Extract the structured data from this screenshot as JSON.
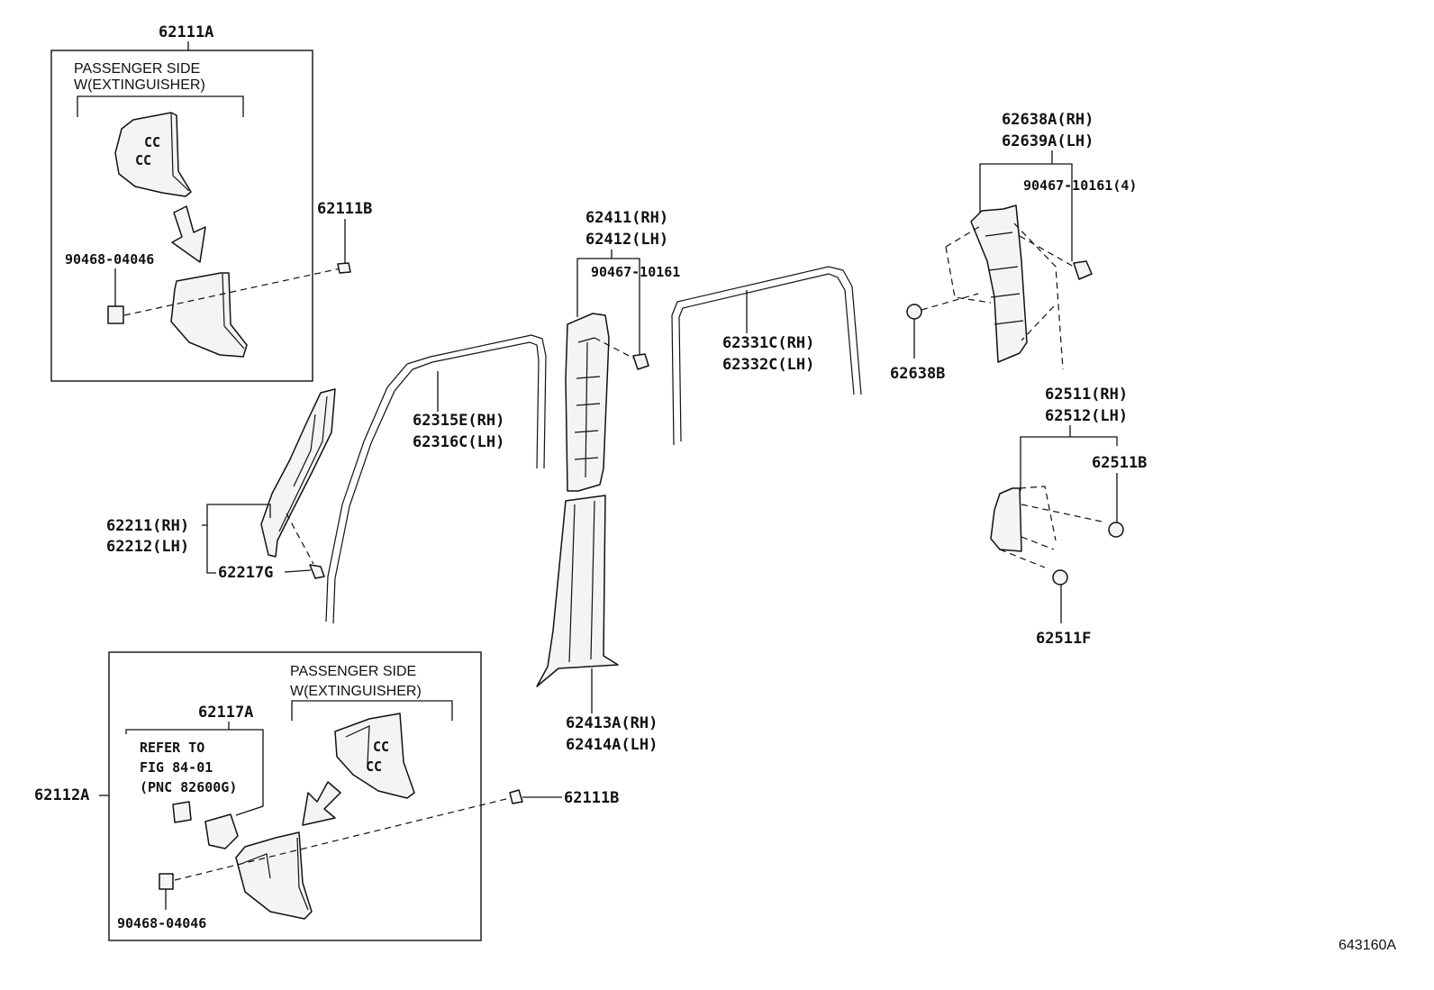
{
  "labels": {
    "p62111A": "62111A",
    "p62111B_top": "62111B",
    "p90468_top": "90468-04046",
    "passenger_top_1": "PASSENGER SIDE",
    "passenger_top_2": "W(EXTINGUISHER)",
    "p62211": "62211(RH)",
    "p62212": "62212(LH)",
    "p62217G": "62217G",
    "p62315E": "62315E(RH)",
    "p62316C": "62316C(LH)",
    "p62411": "62411(RH)",
    "p62412": "62412(LH)",
    "p90467_mid": "90467-10161",
    "p62331C": "62331C(RH)",
    "p62332C": "62332C(LH)",
    "p62413A": "62413A(RH)",
    "p62414A": "62414A(LH)",
    "p62638A": "62638A(RH)",
    "p62639A": "62639A(LH)",
    "p90467_right": "90467-10161(4)",
    "p62638B": "62638B",
    "p62511": "62511(RH)",
    "p62512": "62512(LH)",
    "p62511B": "62511B",
    "p62511F": "62511F",
    "p62112A": "62112A",
    "p62117A": "62117A",
    "refer_1": "REFER TO",
    "refer_2": "FIG 84-01",
    "refer_3": "(PNC 82600G)",
    "passenger_bot_1": "PASSENGER SIDE",
    "passenger_bot_2": "W(EXTINGUISHER)",
    "p62111B_bot": "62111B",
    "p90468_bot": "90468-04046",
    "cc1": "CC",
    "cc2": "CC",
    "cc3": "CC",
    "cc4": "CC",
    "diagram_id": "643160A"
  }
}
